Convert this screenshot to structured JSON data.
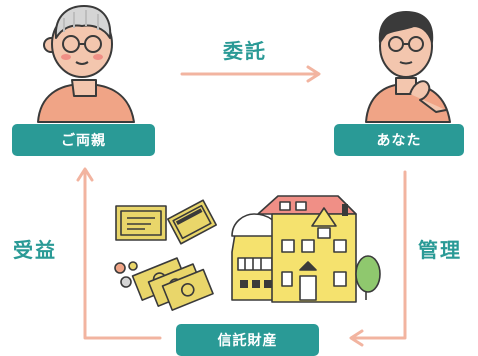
{
  "labels": {
    "parents": "ご両親",
    "you": "あなた",
    "trust_property": "信託財産"
  },
  "relations": {
    "entrust": "委託",
    "manage": "管理",
    "benefit": "受益"
  },
  "colors": {
    "teal": "#2a9a96",
    "arrow": "#f2b4a0",
    "skin": "#f3c6ae",
    "shirt_parent": "#f0a486",
    "shirt_you": "#f0a486",
    "house": "#f5e26e",
    "roof": "#f08f86",
    "money": "#e9d66a"
  }
}
